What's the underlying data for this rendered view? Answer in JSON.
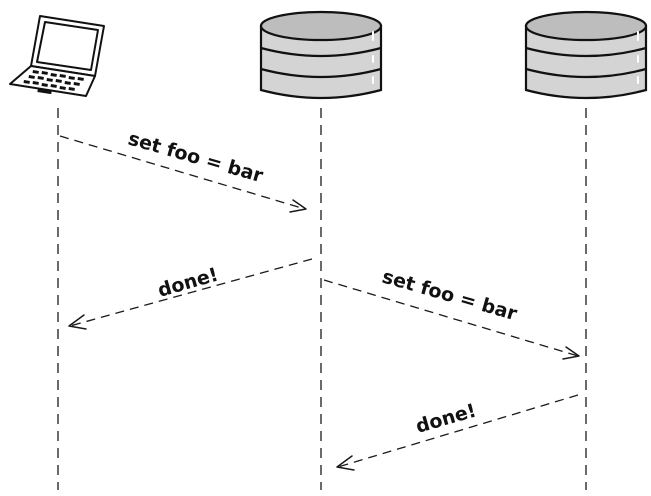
{
  "diagram": {
    "actors": [
      {
        "id": "client",
        "icon": "laptop-icon"
      },
      {
        "id": "server-1",
        "icon": "database-icon"
      },
      {
        "id": "server-2",
        "icon": "database-icon"
      }
    ],
    "messages": [
      {
        "from": "client",
        "to": "server-1",
        "label": "set foo = bar"
      },
      {
        "from": "server-1",
        "to": "client",
        "label": "done!"
      },
      {
        "from": "server-1",
        "to": "server-2",
        "label": "set foo = bar"
      },
      {
        "from": "server-2",
        "to": "server-1",
        "label": "done!"
      }
    ]
  }
}
